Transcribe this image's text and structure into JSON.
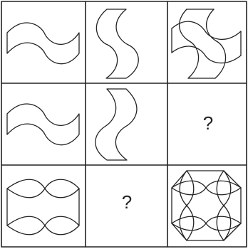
{
  "puzzle": {
    "cells": [
      {
        "row": 1,
        "col": 1,
        "figure": "horizontal-wave-band"
      },
      {
        "row": 1,
        "col": 2,
        "figure": "vertical-wave-band"
      },
      {
        "row": 1,
        "col": 3,
        "figure": "pinwheel-wave-bands-overlay"
      },
      {
        "row": 2,
        "col": 1,
        "figure": "horizontal-wave-band"
      },
      {
        "row": 2,
        "col": 2,
        "figure": "vertical-wave-band-mirrored"
      },
      {
        "row": 2,
        "col": 3,
        "figure": "unknown",
        "label": "?"
      },
      {
        "row": 3,
        "col": 1,
        "figure": "double-lens-band"
      },
      {
        "row": 3,
        "col": 2,
        "figure": "unknown",
        "label": "?"
      },
      {
        "row": 3,
        "col": 3,
        "figure": "octagon-lens-overlay"
      }
    ],
    "missing_label_1": "?",
    "missing_label_2": "?"
  }
}
